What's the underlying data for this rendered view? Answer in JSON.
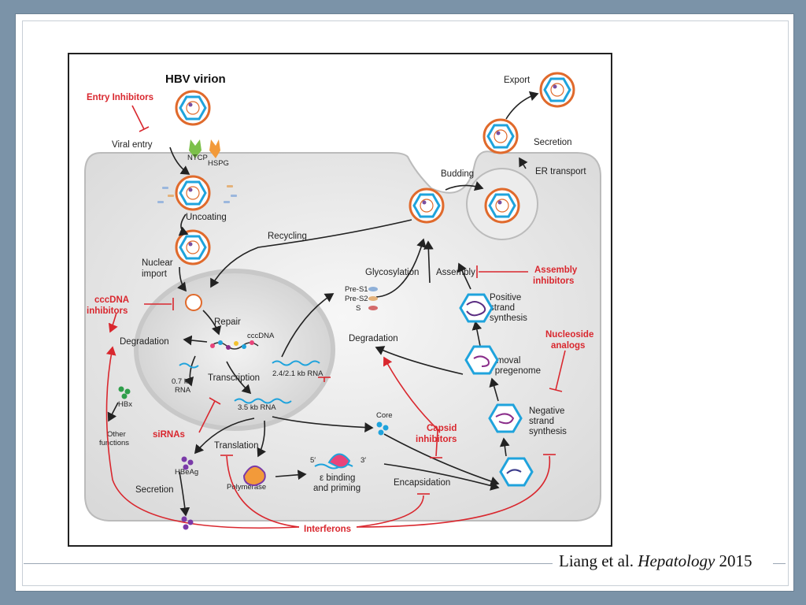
{
  "figure": {
    "title": "HBV virion",
    "labels": {
      "viral_entry": "Viral entry",
      "ntcp": "NTCP",
      "hspg": "HSPG",
      "uncoating": "Uncoating",
      "nuclear_import_1": "Nuclear",
      "nuclear_import_2": "import",
      "recycling": "Recycling",
      "glycosylation": "Glycosylation",
      "assembly": "Assembly",
      "budding": "Budding",
      "export": "Export",
      "secretion_top": "Secretion",
      "er_transport": "ER transport",
      "repair": "Repair",
      "cccdna": "cccDNA",
      "degradation_left": "Degradation",
      "degradation_mid": "Degradation",
      "transcription": "Transcription",
      "rna_24": "2.4/2.1 kb RNA",
      "rna_07_1": "0.7 kb",
      "rna_07_2": "RNA",
      "hbx": "HBx",
      "other_functions_1": "Other",
      "other_functions_2": "functions",
      "rna_35": "3.5 kb RNA",
      "pre_s1": "Pre-S1",
      "pre_s2": "Pre-S2",
      "s": "S",
      "positive_strand_1": "Positive",
      "positive_strand_2": "strand",
      "positive_strand_3": "synthesis",
      "removal_1": "Removal",
      "removal_2": "of pregenome",
      "negative_strand_1": "Negative",
      "negative_strand_2": "strand",
      "negative_strand_3": "synthesis",
      "core": "Core",
      "translation": "Translation",
      "hbeag": "HBeAg",
      "secretion_bottom": "Secretion",
      "polymerase": "Polymerase",
      "five_prime": "5′",
      "three_prime": "3′",
      "epsilon_1": "ε binding",
      "epsilon_2": "and priming",
      "encapsidation": "Encapsidation"
    },
    "inhibitors": {
      "entry": "Entry Inhibitors",
      "cccdna_1": "cccDNA",
      "cccdna_2": "inhibitors",
      "assembly_1": "Assembly",
      "assembly_2": "inhibitors",
      "nucleoside_1": "Nucleoside",
      "nucleoside_2": "analogs",
      "capsid_1": "Capsid",
      "capsid_2": "inhibitors",
      "sirnas": "siRNAs",
      "interferons": "Interferons"
    },
    "colors": {
      "inhibitor_red": "#d9272e",
      "capsid_blue": "#1fa3dc",
      "envelope_orange": "#e06a2c",
      "cell_gray": "#e9e9e9"
    }
  },
  "caption": {
    "authors": "Liang et al.",
    "journal": "Hepatology",
    "year": "2015"
  }
}
